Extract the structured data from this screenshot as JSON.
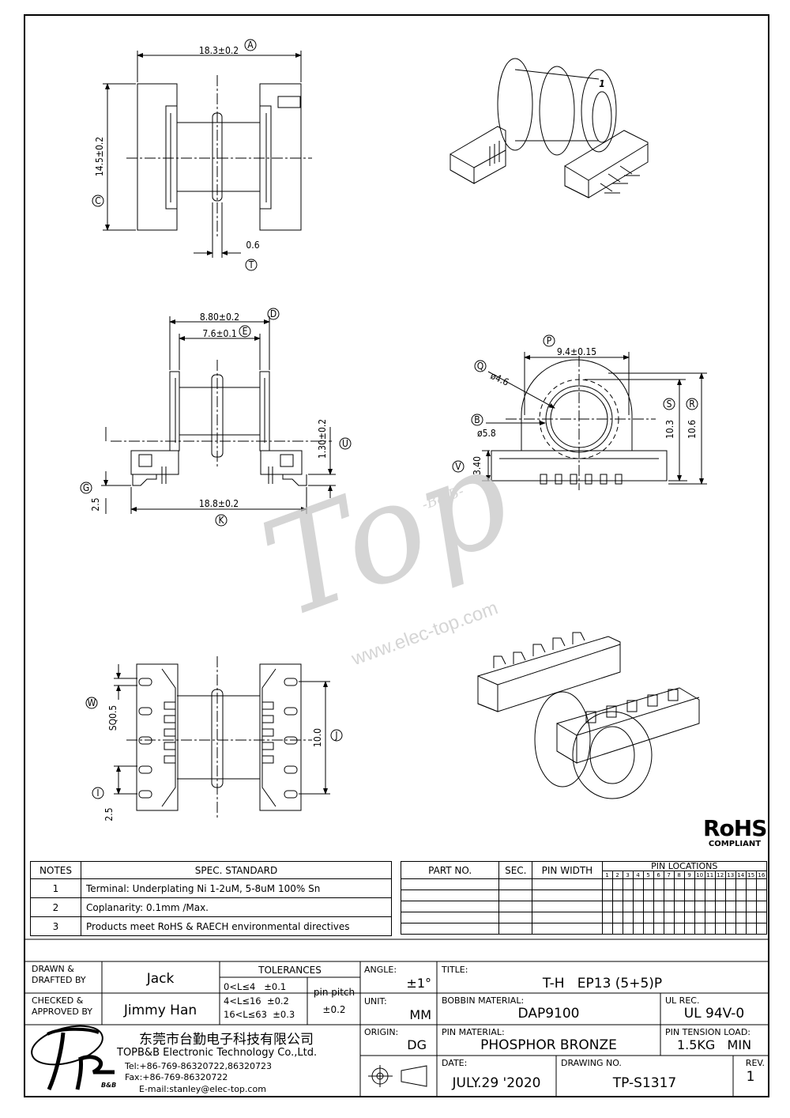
{
  "dims": {
    "A": {
      "value": "18.3±0.2",
      "tag": "A"
    },
    "C": {
      "value": "14.5±0.2",
      "tag": "C"
    },
    "T": {
      "value": "0.6",
      "tag": "T"
    },
    "D": {
      "value": "8.80±0.2",
      "tag": "D"
    },
    "E": {
      "value": "7.6±0.1",
      "tag": "E"
    },
    "U": {
      "value": "1.30±0.2",
      "tag": "U"
    },
    "G": {
      "value": "2.5",
      "tag": "G"
    },
    "K": {
      "value": "18.8±0.2",
      "tag": "K"
    },
    "P": {
      "value": "9.4±0.15",
      "tag": "P"
    },
    "Q": {
      "value": "ø4.6",
      "tag": "Q"
    },
    "B": {
      "value": "ø5.8",
      "tag": "B"
    },
    "S": {
      "value": "10.3",
      "tag": "S"
    },
    "R": {
      "value": "10.6",
      "tag": "R"
    },
    "V": {
      "value": "3.40",
      "tag": "V"
    },
    "W": {
      "value": "SQ0.5",
      "tag": "W"
    },
    "J": {
      "value": "10.0",
      "tag": "J"
    },
    "I": {
      "value": "2.5",
      "tag": "I"
    }
  },
  "iso_label": "1",
  "watermark": {
    "brand": "Top",
    "sub": "-B&B-",
    "url": "www.elec-top.com"
  },
  "rohs": {
    "line1": "RoHS",
    "line2": "COMPLIANT"
  },
  "notes": {
    "headers": [
      "NOTES",
      "SPEC. STANDARD"
    ],
    "rows": [
      {
        "no": "1",
        "text": "Terminal: Underplating Ni 1-2uM, 5-8uM 100% Sn"
      },
      {
        "no": "2",
        "text": "Coplanarity: 0.1mm  /Max."
      },
      {
        "no": "3",
        "text": "Products meet RoHS & RAECH environmental directives"
      }
    ]
  },
  "part_table": {
    "headers": [
      "PART NO.",
      "SEC.",
      "PIN WIDTH",
      "PIN LOCATIONS"
    ],
    "pins": [
      "1",
      "2",
      "3",
      "4",
      "5",
      "6",
      "7",
      "8",
      "9",
      "10",
      "11",
      "12",
      "13",
      "14",
      "15",
      "16"
    ]
  },
  "title_block": {
    "drawn_label": "DRAWN &\nDRAFTED BY",
    "drawn_value": "Jack",
    "checked_label": "CHECKED &\nAPPROVED BY",
    "checked_value": "Jimmy Han",
    "tolerances_label": "TOLERANCES",
    "tol_rows": [
      "0<L≤4   ±0.1",
      "4<L≤16  ±0.2",
      "16<L≤63  ±0.3"
    ],
    "pin_pitch_label": "pin pitch",
    "pin_pitch_value": "±0.2",
    "angle_label": "ANGLE:",
    "angle_value": "±1°",
    "unit_label": "UNIT:",
    "unit_value": "MM",
    "origin_label": "ORIGIN:",
    "origin_value": "DG",
    "title_label": "TITLE:",
    "title_value": "T-H   EP13 (5+5)P",
    "bobbin_label": "BOBBIN MATERIAL:",
    "bobbin_value": "DAP9100",
    "ul_label": "UL REC.",
    "ul_value": "UL 94V-0",
    "pinmat_label": "PIN MATERIAL:",
    "pinmat_value": "PHOSPHOR BRONZE",
    "tension_label": "PIN TENSION LOAD:",
    "tension_value": "1.5KG   MIN",
    "date_label": "DATE:",
    "date_value": "JULY.29 '2020",
    "dwg_label": "DRAWING NO.",
    "dwg_value": "TP-S1317",
    "rev_label": "REV.",
    "rev_value": "1"
  },
  "company": {
    "cn": "东莞市台勤电子科技有限公司",
    "en": "TOPB&B Electronic Technology Co.,Ltd.",
    "tel": "Tel:+86-769-86320722,86320723",
    "fax": "Fax:+86-769-86320722",
    "email": "E-mail:stanley@elec-top.com",
    "logo_sub": "B&B"
  }
}
